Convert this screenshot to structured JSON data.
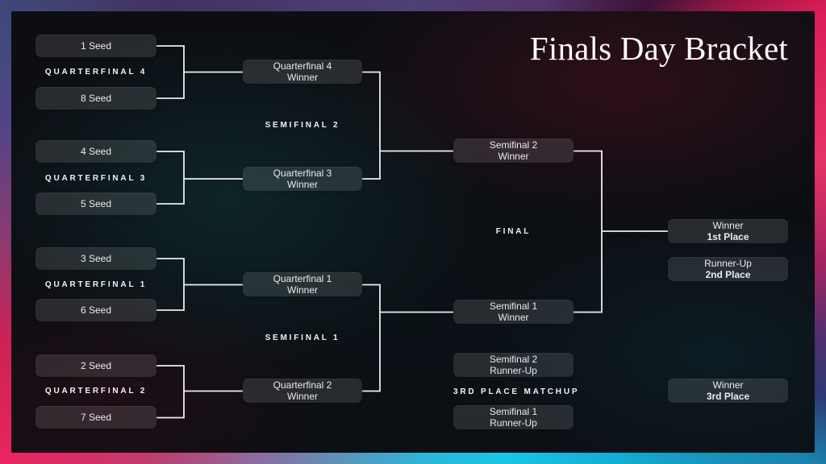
{
  "title": "Finals Day Bracket",
  "colors": {
    "frame_purple_top_left": "#4a3a70",
    "frame_crimson_top_right": "#e73366",
    "frame_cyan_bottom_right": "#18c6e6",
    "frame_pink_bottom_left": "#e82560",
    "panel_background": "#0c0e13",
    "connector_line": "#ededef",
    "box_fill": "rgba(255,255,255,0.115)",
    "text": "#e9ebee"
  },
  "round_labels": {
    "qf4": "QUARTERFINAL 4",
    "qf3": "QUARTERFINAL 3",
    "qf1": "QUARTERFINAL 1",
    "qf2": "QUARTERFINAL 2",
    "sf2": "SEMIFINAL 2",
    "sf1": "SEMIFINAL 1",
    "final": "FINAL",
    "third_place": "3RD PLACE MATCHUP"
  },
  "seeds": {
    "s1": "1 Seed",
    "s8": "8 Seed",
    "s4": "4 Seed",
    "s5": "5 Seed",
    "s3": "3 Seed",
    "s6": "6 Seed",
    "s2": "2 Seed",
    "s7": "7 Seed"
  },
  "winners": {
    "qf4": {
      "l1": "Quarterfinal 4",
      "l2": "Winner"
    },
    "qf3": {
      "l1": "Quarterfinal 3",
      "l2": "Winner"
    },
    "qf1": {
      "l1": "Quarterfinal 1",
      "l2": "Winner"
    },
    "qf2": {
      "l1": "Quarterfinal 2",
      "l2": "Winner"
    },
    "sf2": {
      "l1": "Semifinal 2",
      "l2": "Winner"
    },
    "sf1": {
      "l1": "Semifinal 1",
      "l2": "Winner"
    }
  },
  "third_place_matchup": {
    "sf2_runner_up": {
      "l1": "Semifinal 2",
      "l2": "Runner-Up"
    },
    "sf1_runner_up": {
      "l1": "Semifinal 1",
      "l2": "Runner-Up"
    }
  },
  "placements": {
    "first": {
      "l1": "Winner",
      "l2": "1st Place"
    },
    "second": {
      "l1": "Runner-Up",
      "l2": "2nd Place"
    },
    "third": {
      "l1": "Winner",
      "l2": "3rd Place"
    }
  }
}
